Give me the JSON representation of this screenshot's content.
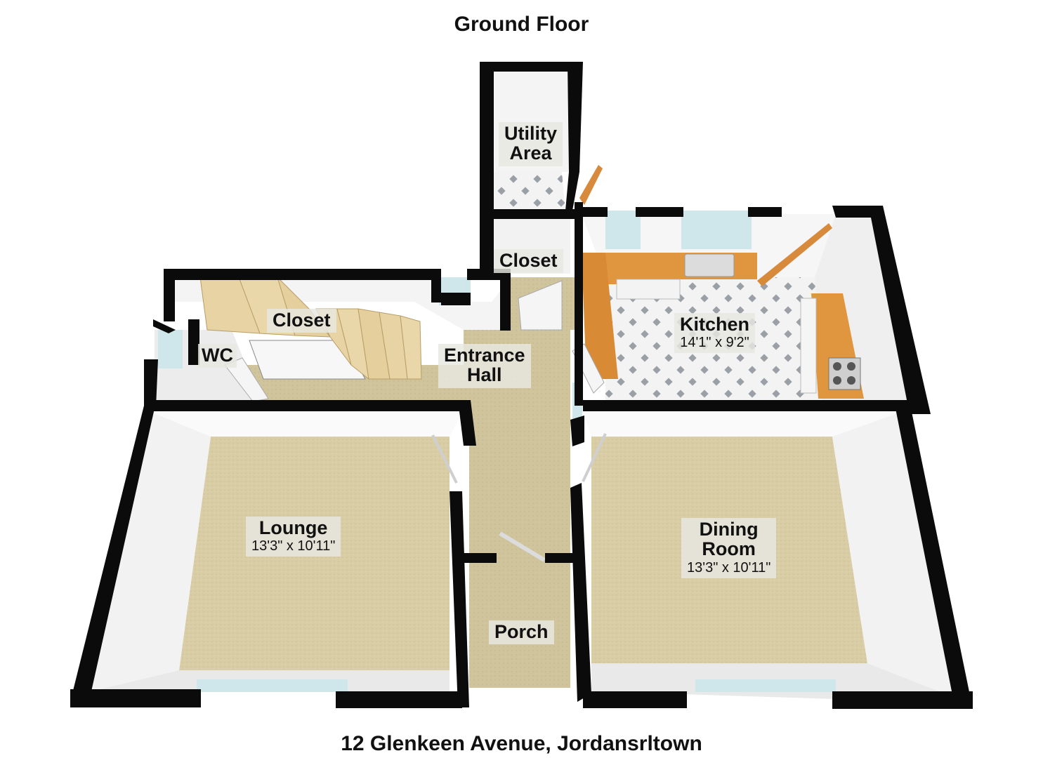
{
  "floor_title": "Ground Floor",
  "address": "12 Glenkeen Avenue, Jordansrltown",
  "rooms": {
    "utility": {
      "name": "Utility\nArea"
    },
    "closet_upper": {
      "name": "Closet"
    },
    "closet_stairs": {
      "name": "Closet"
    },
    "wc": {
      "name": "WC"
    },
    "entrance_hall": {
      "name": "Entrance\nHall"
    },
    "kitchen": {
      "name": "Kitchen",
      "dims": "14'1\" x 9'2\""
    },
    "lounge": {
      "name": "Lounge",
      "dims": "13'3\" x 10'11\""
    },
    "dining": {
      "name": "Dining\nRoom",
      "dims": "13'3\" x 10'11\""
    },
    "porch": {
      "name": "Porch"
    }
  },
  "colors": {
    "wall": "#0b0b0b",
    "wall_inner": "#f4f4f4",
    "carpet": "#d9cda6",
    "hall_carpet": "#cfc49c",
    "tile": "#f1f1f1",
    "worktop": "#e0963f",
    "stairs": "#e7d3a3",
    "door": "#d7893c"
  }
}
